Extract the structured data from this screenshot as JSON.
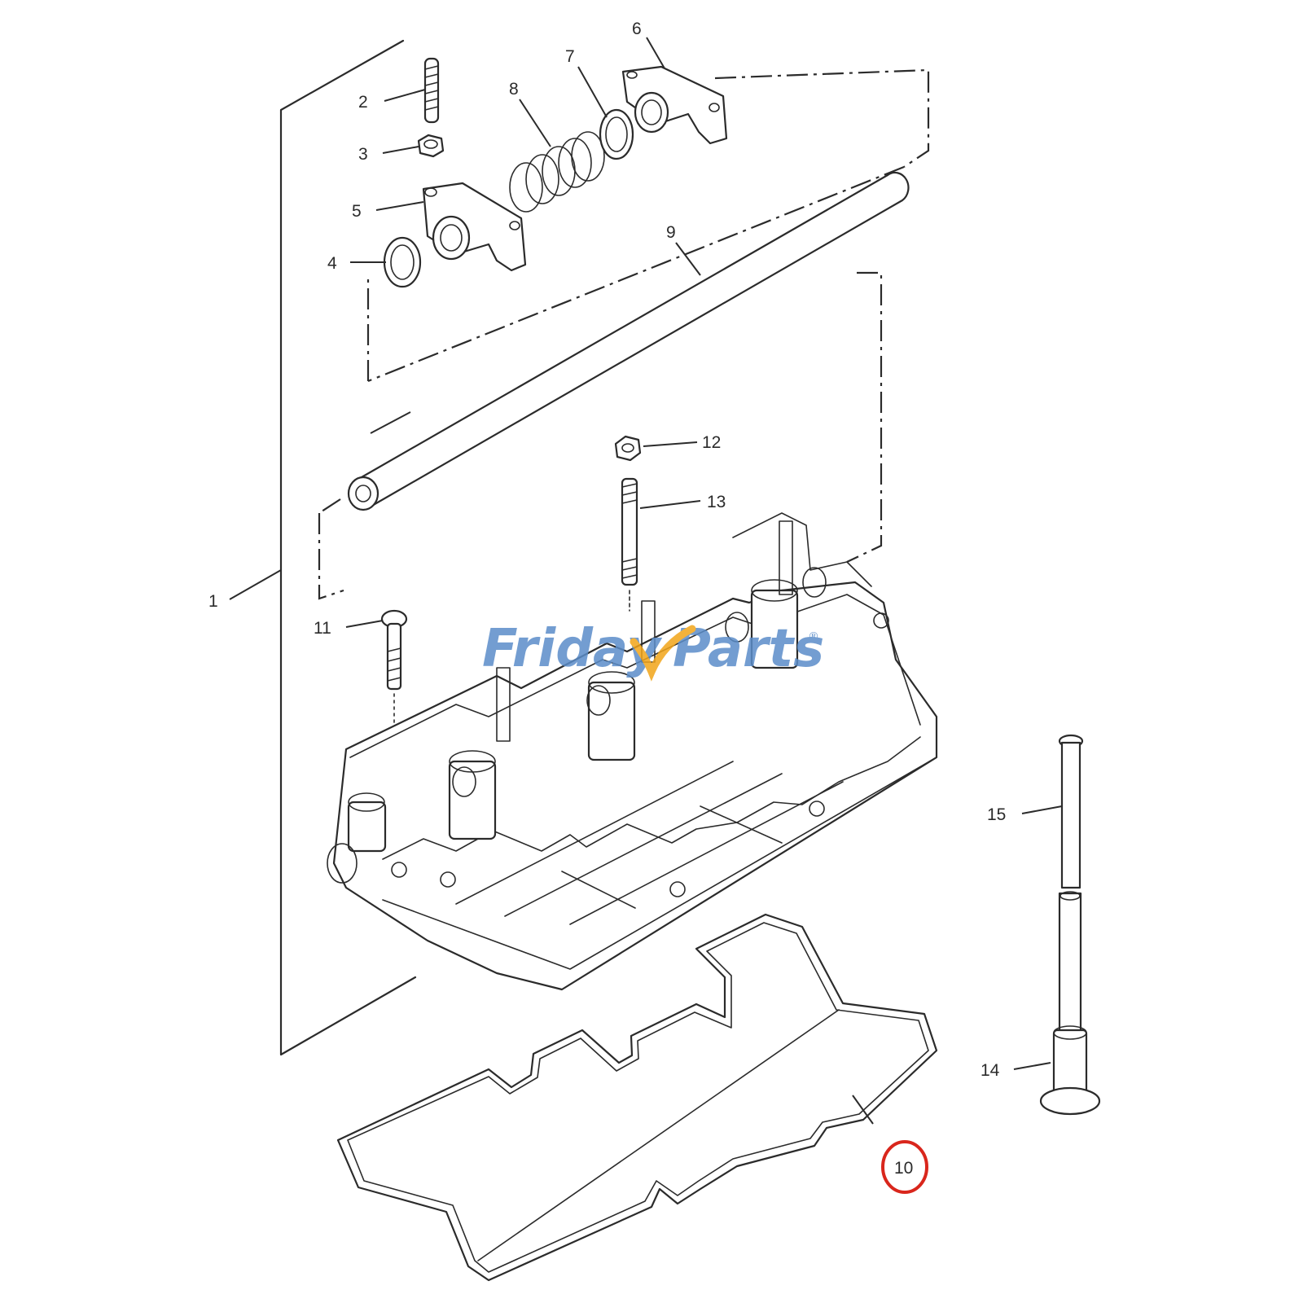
{
  "watermark": {
    "text_left": "Friday",
    "text_right": "Parts",
    "registered": "®",
    "color": "#5b8dc9",
    "accent_color": "#f2a51a"
  },
  "callouts": [
    {
      "id": "1",
      "label": "1"
    },
    {
      "id": "2",
      "label": "2"
    },
    {
      "id": "3",
      "label": "3"
    },
    {
      "id": "4",
      "label": "4"
    },
    {
      "id": "5",
      "label": "5"
    },
    {
      "id": "6",
      "label": "6"
    },
    {
      "id": "7",
      "label": "7"
    },
    {
      "id": "8",
      "label": "8"
    },
    {
      "id": "9",
      "label": "9"
    },
    {
      "id": "10",
      "label": "10",
      "highlighted": true
    },
    {
      "id": "11",
      "label": "11"
    },
    {
      "id": "12",
      "label": "12"
    },
    {
      "id": "13",
      "label": "13"
    },
    {
      "id": "14",
      "label": "14"
    },
    {
      "id": "15",
      "label": "15"
    }
  ],
  "highlight_color": "#d9261c"
}
